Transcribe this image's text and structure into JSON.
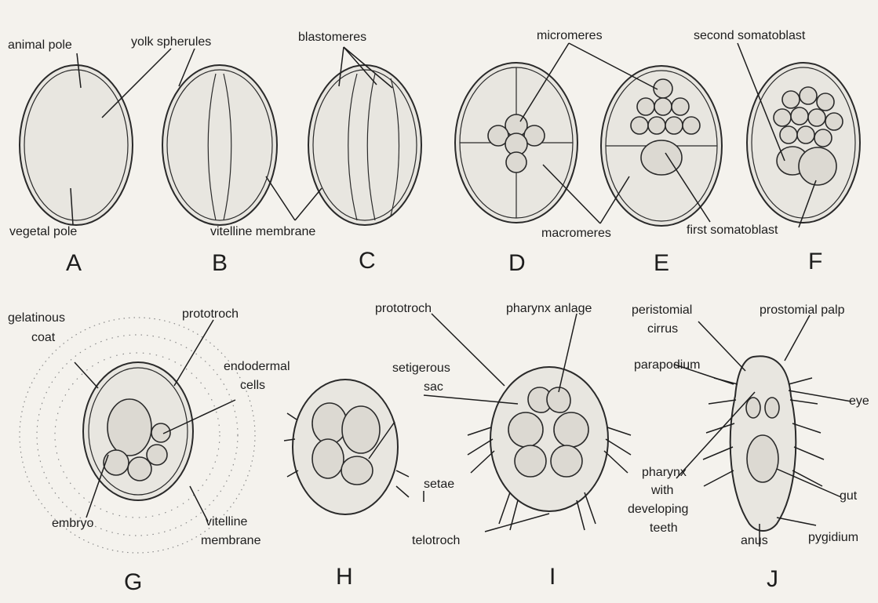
{
  "labels": {
    "animal_pole": "animal pole",
    "vegetal_pole": "vegetal pole",
    "yolk_spherules": "yolk spherules",
    "blastomeres": "blastomeres",
    "vitelline_membrane_top": "vitelline membrane",
    "micromeres": "micromeres",
    "macromeres": "macromeres",
    "second_somatoblast": "second somatoblast",
    "first_somatoblast": "first somatoblast",
    "gelatinous_coat_1": "gelatinous",
    "gelatinous_coat_2": "coat",
    "prototroch_g": "prototroch",
    "endodermal_1": "endodermal",
    "endodermal_2": "cells",
    "embryo": "embryo",
    "vitelline_1": "vitelline",
    "vitelline_2": "membrane",
    "prototroch_i": "prototroch",
    "pharynx_anlage": "pharynx anlage",
    "setigerous_1": "setigerous",
    "setigerous_2": "sac",
    "setae": "setae",
    "telotroch": "telotroch",
    "peristomial_1": "peristomial",
    "peristomial_2": "cirrus",
    "prostomial_palp": "prostomial palp",
    "parapodium": "parapodium",
    "eye": "eye",
    "pharynx_1": "pharynx",
    "pharynx_2": "with",
    "pharynx_3": "developing",
    "pharynx_4": "teeth",
    "gut": "gut",
    "anus": "anus",
    "pygidium": "pygidium"
  },
  "panels": {
    "A": "A",
    "B": "B",
    "C": "C",
    "D": "D",
    "E": "E",
    "F": "F",
    "G": "G",
    "H": "H",
    "I": "I",
    "J": "J"
  }
}
